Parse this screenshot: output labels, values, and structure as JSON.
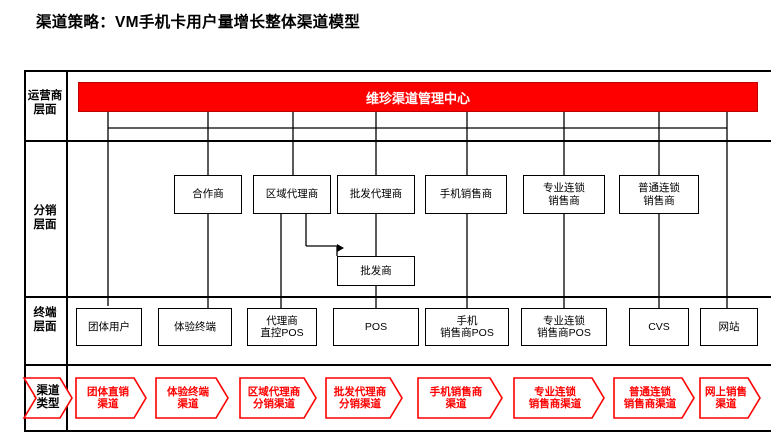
{
  "title": "渠道策略：VM手机卡用户量增长整体渠道模型",
  "colors": {
    "accent_red": "#ff0000",
    "line": "#000000",
    "bar_fill": "#ff0000",
    "bar_text": "#ffffff"
  },
  "row_labels": [
    {
      "name": "operator-layer-label",
      "text": "运营商\n层面"
    },
    {
      "name": "distribution-layer-label",
      "text": "分销\n层面"
    },
    {
      "name": "terminal-layer-label",
      "text": "终端\n层面"
    },
    {
      "name": "channel-type-label",
      "text": "渠道\n类型"
    }
  ],
  "top_bar": {
    "label": "维珍渠道管理中心"
  },
  "distribution_boxes": [
    {
      "name": "box-partner",
      "label": "合作商"
    },
    {
      "name": "box-regional-agent",
      "label": "区域代理商"
    },
    {
      "name": "box-wholesale-agent",
      "label": "批发代理商"
    },
    {
      "name": "box-mobile-retailer",
      "label": "手机销售商"
    },
    {
      "name": "box-pro-chain-retailer",
      "label": "专业连锁\n销售商"
    },
    {
      "name": "box-general-chain-retailer",
      "label": "普通连锁\n销售商"
    }
  ],
  "wholesaler_box": {
    "name": "box-wholesaler",
    "label": "批发商"
  },
  "terminal_boxes": [
    {
      "name": "terminal-group-user",
      "label": "团体用户"
    },
    {
      "name": "terminal-experience-store",
      "label": "体验终端"
    },
    {
      "name": "terminal-agent-direct-pos",
      "label": "代理商\n直控POS"
    },
    {
      "name": "terminal-pos",
      "label": "POS"
    },
    {
      "name": "terminal-mobile-retailer-pos",
      "label": "手机\n销售商POS"
    },
    {
      "name": "terminal-pro-chain-pos",
      "label": "专业连锁\n销售商POS"
    },
    {
      "name": "terminal-cvs",
      "label": "CVS"
    },
    {
      "name": "terminal-website",
      "label": "网站"
    }
  ],
  "channel_types": [
    {
      "name": "channel-direct-sales",
      "label": "团体直销\n渠道"
    },
    {
      "name": "channel-experience",
      "label": "体验终端\n渠道"
    },
    {
      "name": "channel-regional-agent",
      "label": "区域代理商\n分销渠道"
    },
    {
      "name": "channel-wholesale-agent",
      "label": "批发代理商\n分销渠道"
    },
    {
      "name": "channel-mobile-retailer",
      "label": "手机销售商\n渠道"
    },
    {
      "name": "channel-pro-chain",
      "label": "专业连锁\n销售商渠道"
    },
    {
      "name": "channel-general-chain",
      "label": "普通连锁\n销售商渠道"
    },
    {
      "name": "channel-online",
      "label": "网上销售\n渠道"
    }
  ]
}
